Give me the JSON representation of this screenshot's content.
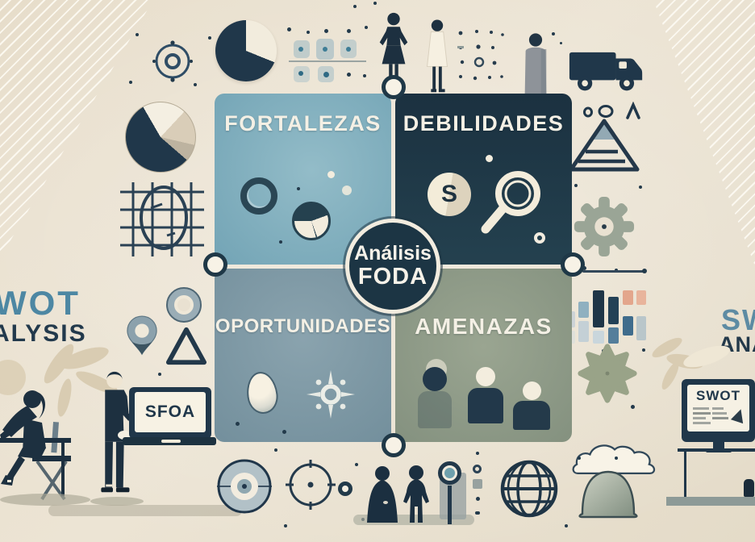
{
  "colors": {
    "background": "#e9e0cf",
    "navy": "#1e3444",
    "quad_fortalezas": "#84aebc",
    "quad_debilidades": "#1d3544",
    "quad_oportunidades": "#7e97a3",
    "quad_amenazas": "#94a08a",
    "cream": "#f3edde",
    "accent_blue": "#4d87a3",
    "salmon": "#e09c82"
  },
  "matrix": {
    "center": {
      "line1": "Análisis",
      "line2": "FODA"
    },
    "quadrants": [
      {
        "label": "FORTALEZAS"
      },
      {
        "label": "DEBILIDADES"
      },
      {
        "label": "OPORTUNIDADES"
      },
      {
        "label": "AMENAZAS"
      }
    ]
  },
  "side_text": {
    "left_line1": "WOT",
    "left_line2": "ALYSIS",
    "right_line1": "SW",
    "right_line2": "ANA"
  },
  "devices": {
    "laptop_screen_text": "SFOA",
    "monitor_screen_text": "SWOT"
  },
  "debilidades_badge": "S"
}
